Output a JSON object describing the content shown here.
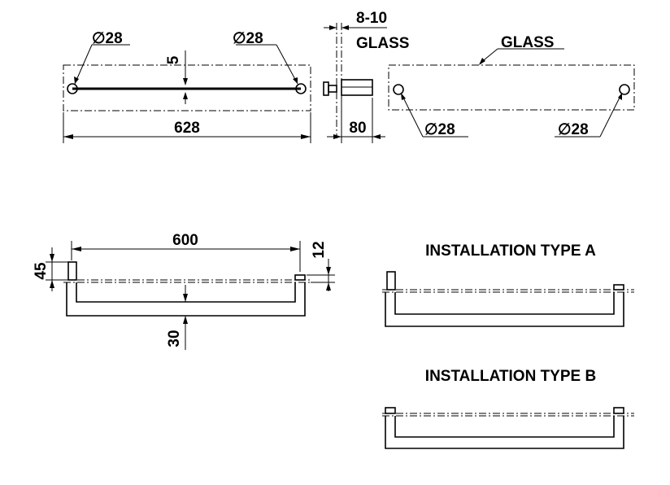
{
  "labels": {
    "dia_28_top_left": "∅28",
    "dia_28_top_right": "∅28",
    "dim_5": "5",
    "dim_628": "628",
    "dim_8_10": "8-10",
    "glass_side": "GLASS",
    "glass_back": "GLASS",
    "dim_80": "80",
    "dia_28_back_left": "∅28",
    "dia_28_back_right": "∅28",
    "dim_600": "600",
    "dim_45": "45",
    "dim_12": "12",
    "dim_30": "30",
    "type_a": "INSTALLATION TYPE A",
    "type_b": "INSTALLATION TYPE B"
  }
}
